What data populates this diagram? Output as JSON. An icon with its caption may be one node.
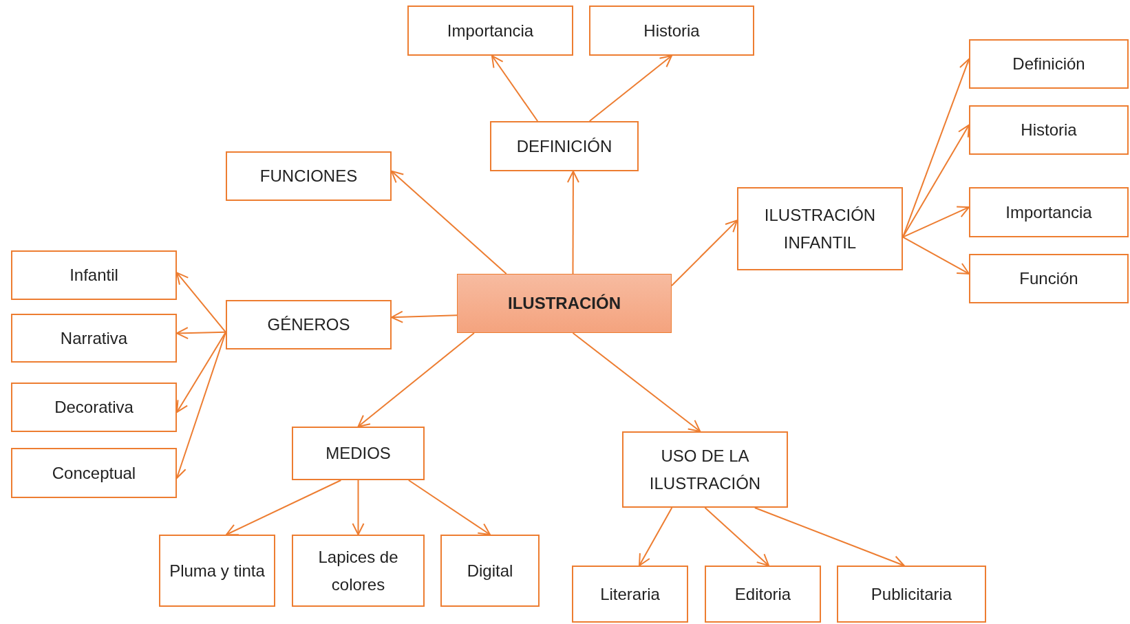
{
  "diagram": {
    "nodes": [
      {
        "text": [
          "ILUSTRACIÓN"
        ]
      },
      {
        "text": [
          "DEFINICIÓN"
        ]
      },
      {
        "text": [
          "Importancia"
        ]
      },
      {
        "text": [
          "Historia"
        ]
      },
      {
        "text": [
          "FUNCIONES"
        ]
      },
      {
        "text": [
          "ILUSTRACIÓN INFANTIL"
        ]
      },
      {
        "text": [
          "Definición"
        ]
      },
      {
        "text": [
          "Historia"
        ]
      },
      {
        "text": [
          "Importancia"
        ]
      },
      {
        "text": [
          "Función"
        ]
      },
      {
        "text": [
          "GÉNEROS"
        ]
      },
      {
        "text": [
          "Infantil"
        ]
      },
      {
        "text": [
          "Narrativa"
        ]
      },
      {
        "text": [
          "Decorativa"
        ]
      },
      {
        "text": [
          "Conceptual"
        ]
      },
      {
        "text": [
          "MEDIOS"
        ]
      },
      {
        "text": [
          "Pluma y tinta"
        ]
      },
      {
        "text": [
          "Lapices de colores"
        ]
      },
      {
        "text": [
          "Digital"
        ]
      },
      {
        "text": [
          "USO DE LA ILUSTRACIÓN"
        ]
      },
      {
        "text": [
          "Literaria"
        ]
      },
      {
        "text": [
          "Editoria"
        ]
      },
      {
        "text": [
          "Publicitaria"
        ]
      }
    ],
    "edges": [
      {
        "from": 0,
        "to": 1,
        "arrow": "to"
      },
      {
        "from": 0,
        "to": 4,
        "arrow": "to"
      },
      {
        "from": 0,
        "to": 5,
        "arrow": "to"
      },
      {
        "from": 0,
        "to": 10,
        "arrow": "to"
      },
      {
        "from": 0,
        "to": 15,
        "arrow": "to"
      },
      {
        "from": 0,
        "to": 19,
        "arrow": "to"
      },
      {
        "from": 1,
        "to": 2,
        "arrow": "to"
      },
      {
        "from": 1,
        "to": 3,
        "arrow": "to"
      },
      {
        "from": 5,
        "to": 6,
        "arrow": "to"
      },
      {
        "from": 5,
        "to": 7,
        "arrow": "to"
      },
      {
        "from": 5,
        "to": 8,
        "arrow": "to"
      },
      {
        "from": 5,
        "to": 9,
        "arrow": "to"
      },
      {
        "from": 10,
        "to": 11,
        "arrow": "to"
      },
      {
        "from": 10,
        "to": 12,
        "arrow": "to"
      },
      {
        "from": 10,
        "to": 13,
        "arrow": "to"
      },
      {
        "from": 10,
        "to": 14,
        "arrow": "to"
      },
      {
        "from": 15,
        "to": 16,
        "arrow": "to"
      },
      {
        "from": 15,
        "to": 17,
        "arrow": "to"
      },
      {
        "from": 15,
        "to": 18,
        "arrow": "to"
      },
      {
        "from": 19,
        "to": 20,
        "arrow": "to"
      },
      {
        "from": 19,
        "to": 21,
        "arrow": "to"
      },
      {
        "from": 19,
        "to": 22,
        "arrow": "to"
      }
    ]
  }
}
